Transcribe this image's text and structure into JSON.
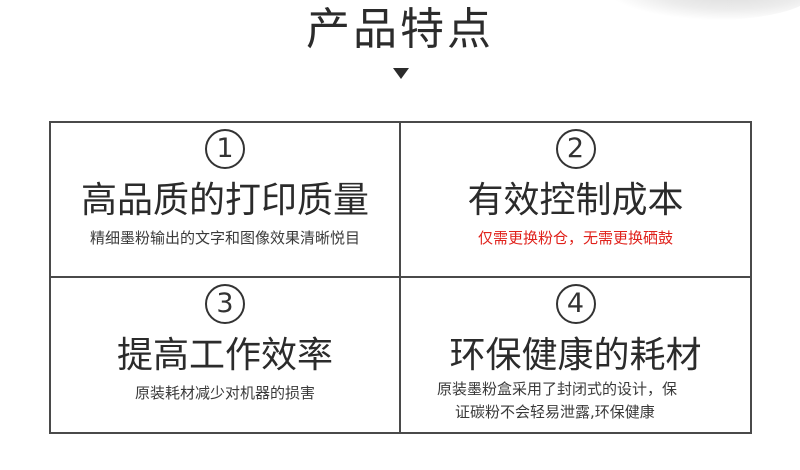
{
  "title": "产品特点",
  "features": [
    {
      "number": "1",
      "heading": "高品质的打印质量",
      "description": "精细墨粉输出的文字和图像效果清晰悦目",
      "description_color": "#3a3a3a"
    },
    {
      "number": "2",
      "heading": "有效控制成本",
      "description": "仅需更换粉仓，无需更换硒鼓",
      "description_color": "#e0221c"
    },
    {
      "number": "3",
      "heading": "提高工作效率",
      "description": "原装耗材减少对机器的损害",
      "description_color": "#3a3a3a"
    },
    {
      "number": "4",
      "heading": "环保健康的耗材",
      "description_line1": "原装墨粉盒采用了封闭式的设计，保",
      "description_line2": "证碳粉不会轻易泄露,环保健康",
      "description_color": "#3a3a3a"
    }
  ]
}
